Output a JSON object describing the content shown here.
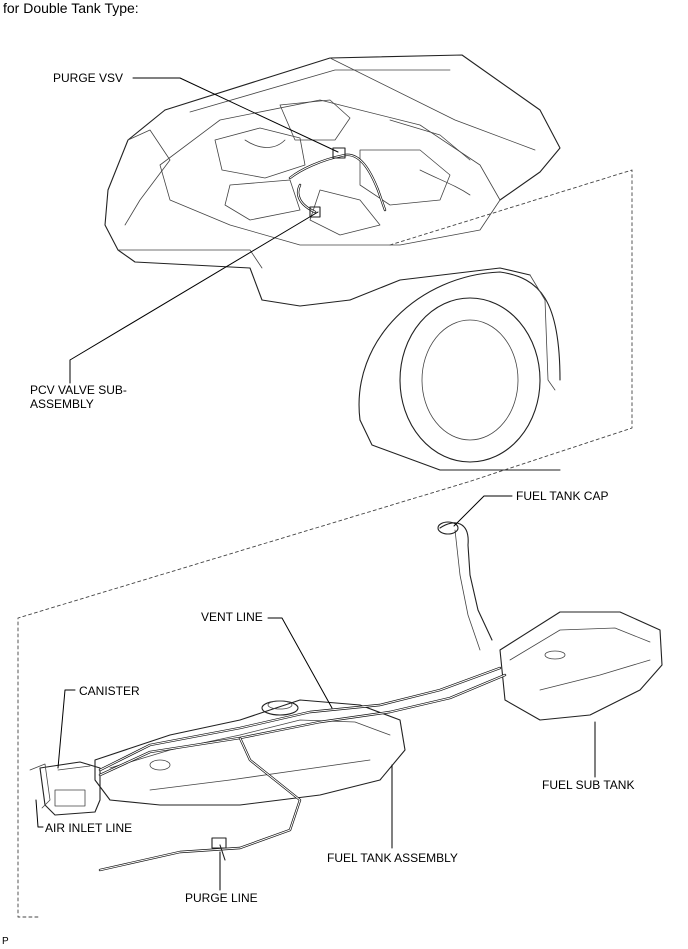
{
  "heading": "for Double Tank Type:",
  "labels": {
    "purge_vsv": "PURGE VSV",
    "pcv_valve_line1": "PCV VALVE SUB-",
    "pcv_valve_line2": "ASSEMBLY",
    "fuel_tank_cap": "FUEL TANK CAP",
    "vent_line": "VENT LINE",
    "canister": "CANISTER",
    "fuel_sub_tank": "FUEL SUB TANK",
    "air_inlet_line": "AIR INLET LINE",
    "fuel_tank_assembly": "FUEL TANK ASSEMBLY",
    "purge_line": "PURGE LINE"
  },
  "footer": "P"
}
